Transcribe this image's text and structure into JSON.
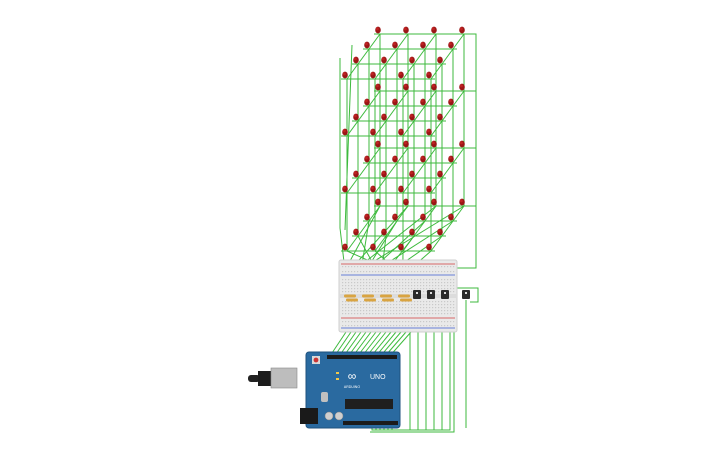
{
  "arduino": {
    "logo_symbol": "∞",
    "model_label": "UNO",
    "brand_label": "ARDUINO",
    "reset_button": "reset-button-icon",
    "usb_connector": "usb-connector-icon"
  },
  "led_cube": {
    "layers": 4,
    "columns_per_row": 4,
    "rows_per_layer": 4,
    "led_color": "#9a1616"
  },
  "breadboard": {
    "color": "#e8e8e8",
    "rail_color_red": "#d23b3b",
    "rail_color_blue": "#3b5bd2"
  },
  "components": {
    "resistor_color": "#d9a441",
    "transistor_count": 4,
    "transistor_color": "#2b2b2b"
  },
  "wire_color": "#3dba3d",
  "board_color": "#2a6aa0"
}
